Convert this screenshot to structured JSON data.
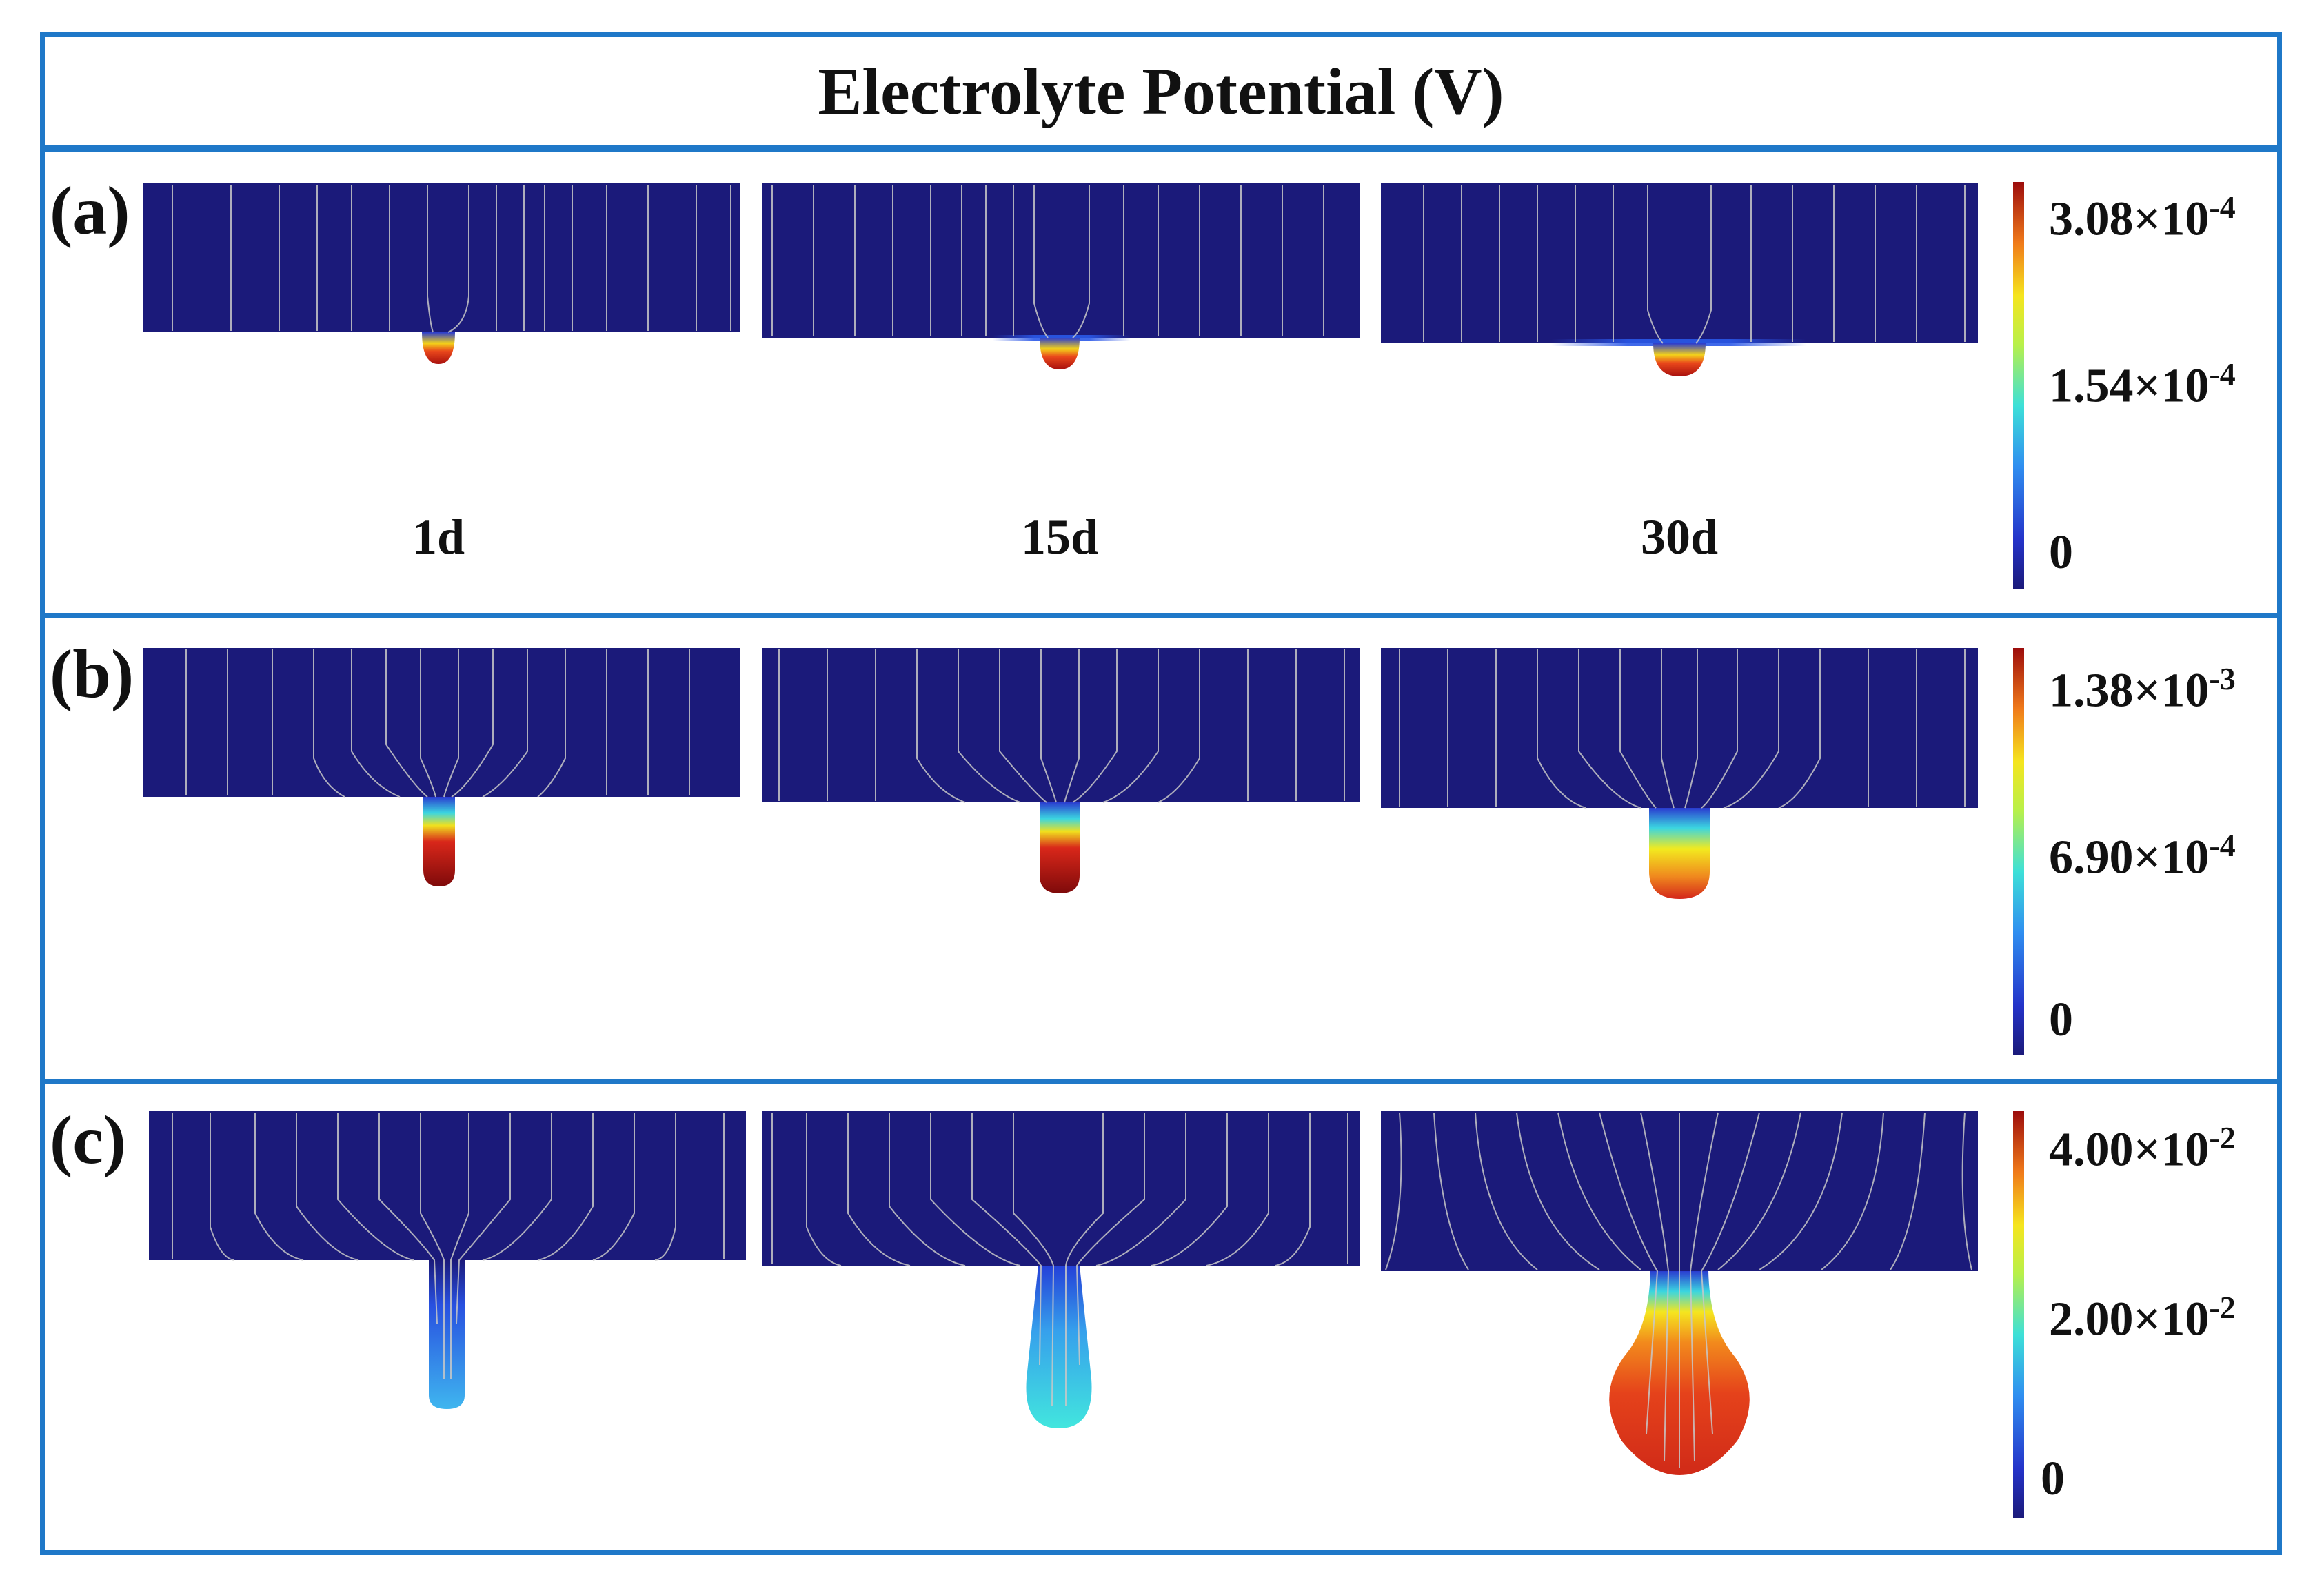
{
  "title": "Electrolyte Potential (V)",
  "colors": {
    "frame": "#1f78c8",
    "background_field": "#1b1a7a",
    "streamline": "#c8c8c8"
  },
  "panels": [
    {
      "label": "(a)",
      "columns": [
        "1d",
        "15d",
        "30d"
      ],
      "colorbar": {
        "max": "3.08×10",
        "max_exp": "-4",
        "mid": "1.54×10",
        "mid_exp": "-4",
        "min": "0"
      }
    },
    {
      "label": "(b)",
      "colorbar": {
        "max": "1.38×10",
        "max_exp": "-3",
        "mid": "6.90×10",
        "mid_exp": "-4",
        "min": "0"
      }
    },
    {
      "label": "(c)",
      "colorbar": {
        "max": "4.00×10",
        "max_exp": "-2",
        "mid": "2.00×10",
        "mid_exp": "-2",
        "min": "0"
      }
    }
  ]
}
